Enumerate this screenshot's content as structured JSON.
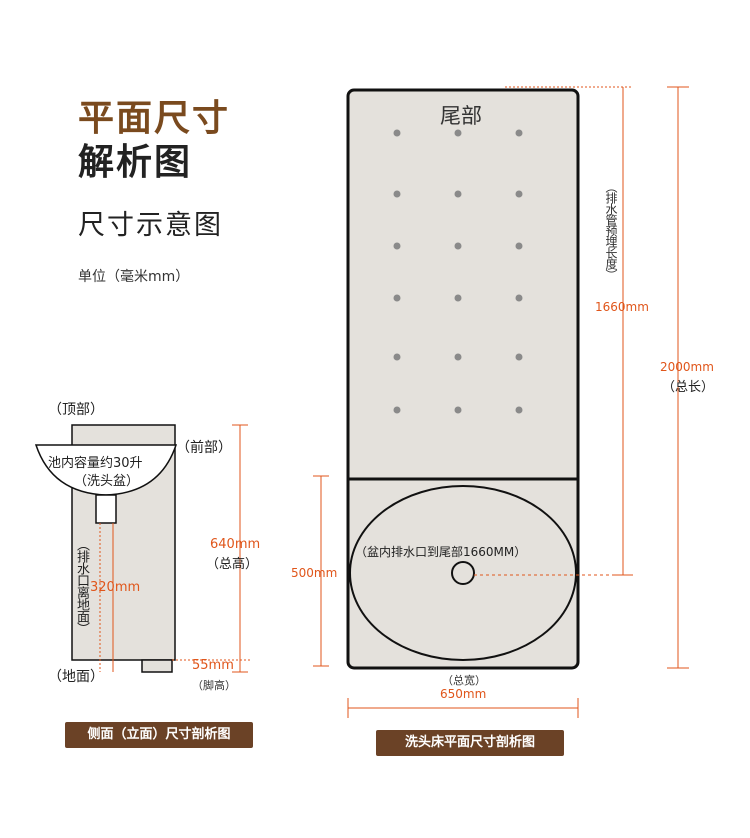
{
  "header": {
    "title_line1": "平面尺寸",
    "title_line2": "解析图",
    "subtitle": "尺寸示意图",
    "unit": "单位（毫米mm）"
  },
  "side_view": {
    "top_label": "（顶部）",
    "front_label": "（前部）",
    "basin_capacity": "池内容量约30升",
    "basin_name": "（洗头盆）",
    "drain_height_label": "（排水口离地面）",
    "drain_height_value": "320mm",
    "total_height_value": "640mm",
    "total_height_label": "（总高）",
    "foot_height_value": "55mm",
    "foot_height_label": "（脚高）",
    "ground_label": "（地面）",
    "caption": "侧面（立面）尺寸剖析图"
  },
  "plan_view": {
    "tail_label": "尾部",
    "drain_pipe_label": "（排水管预埋长度）",
    "drain_pipe_value": "1660mm",
    "total_length_value": "2000mm",
    "total_length_label": "（总长）",
    "basin_section_value": "500mm",
    "drain_to_tail_label": "（盆内排水口到尾部1660MM）",
    "total_width_label": "（总宽）",
    "total_width_value": "650mm",
    "caption": "洗头床平面尺寸剖析图"
  },
  "colors": {
    "title_brown": "#7a4a1e",
    "dimension_orange": "#e0561b",
    "body_fill": "#e4e1dc",
    "badge_brown": "#6b4226"
  }
}
